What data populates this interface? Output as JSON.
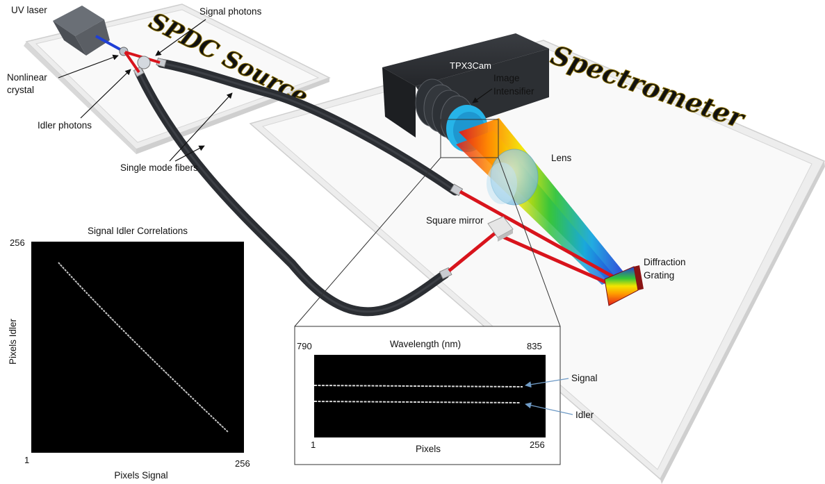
{
  "source_label": "SPDC Source",
  "spectrometer_label": "Spectrometer",
  "labels": {
    "uv_laser": "UV laser",
    "signal_photons": "Signal photons",
    "nonlinear_crystal_1": "Nonlinear",
    "nonlinear_crystal_2": "crystal",
    "idler_photons": "Idler photons",
    "single_mode_fibers": "Single mode fibers",
    "camera": "TPX3Cam",
    "image_intensifier_1": "Image",
    "image_intensifier_2": "Intensifier",
    "lens": "Lens",
    "square_mirror": "Square mirror",
    "diffraction_grating_1": "Diffraction",
    "diffraction_grating_2": "Grating"
  },
  "correlation_plot": {
    "title": "Signal Idler Correlations",
    "xlabel": "Pixels Signal",
    "ylabel": "Pixels Idler",
    "x_min_label": "1",
    "x_max_label": "256",
    "y_max_label": "256"
  },
  "spectrum_plot": {
    "top_label": "Wavelength (nm)",
    "top_left_label": "790",
    "top_right_label": "835",
    "bottom_label": "Pixels",
    "bottom_left_label": "1",
    "bottom_right_label": "256",
    "signal_label": "Signal",
    "idler_label": "Idler"
  },
  "colors": {
    "fiber": "#2b2e33",
    "beam_red": "#d8141c",
    "laser_blue": "#1f3fd6",
    "camera": "#2a2c30",
    "lens": "#8ec9e6",
    "arrow_blue": "#6f9bc6",
    "title_gold": "#e8c21f"
  }
}
